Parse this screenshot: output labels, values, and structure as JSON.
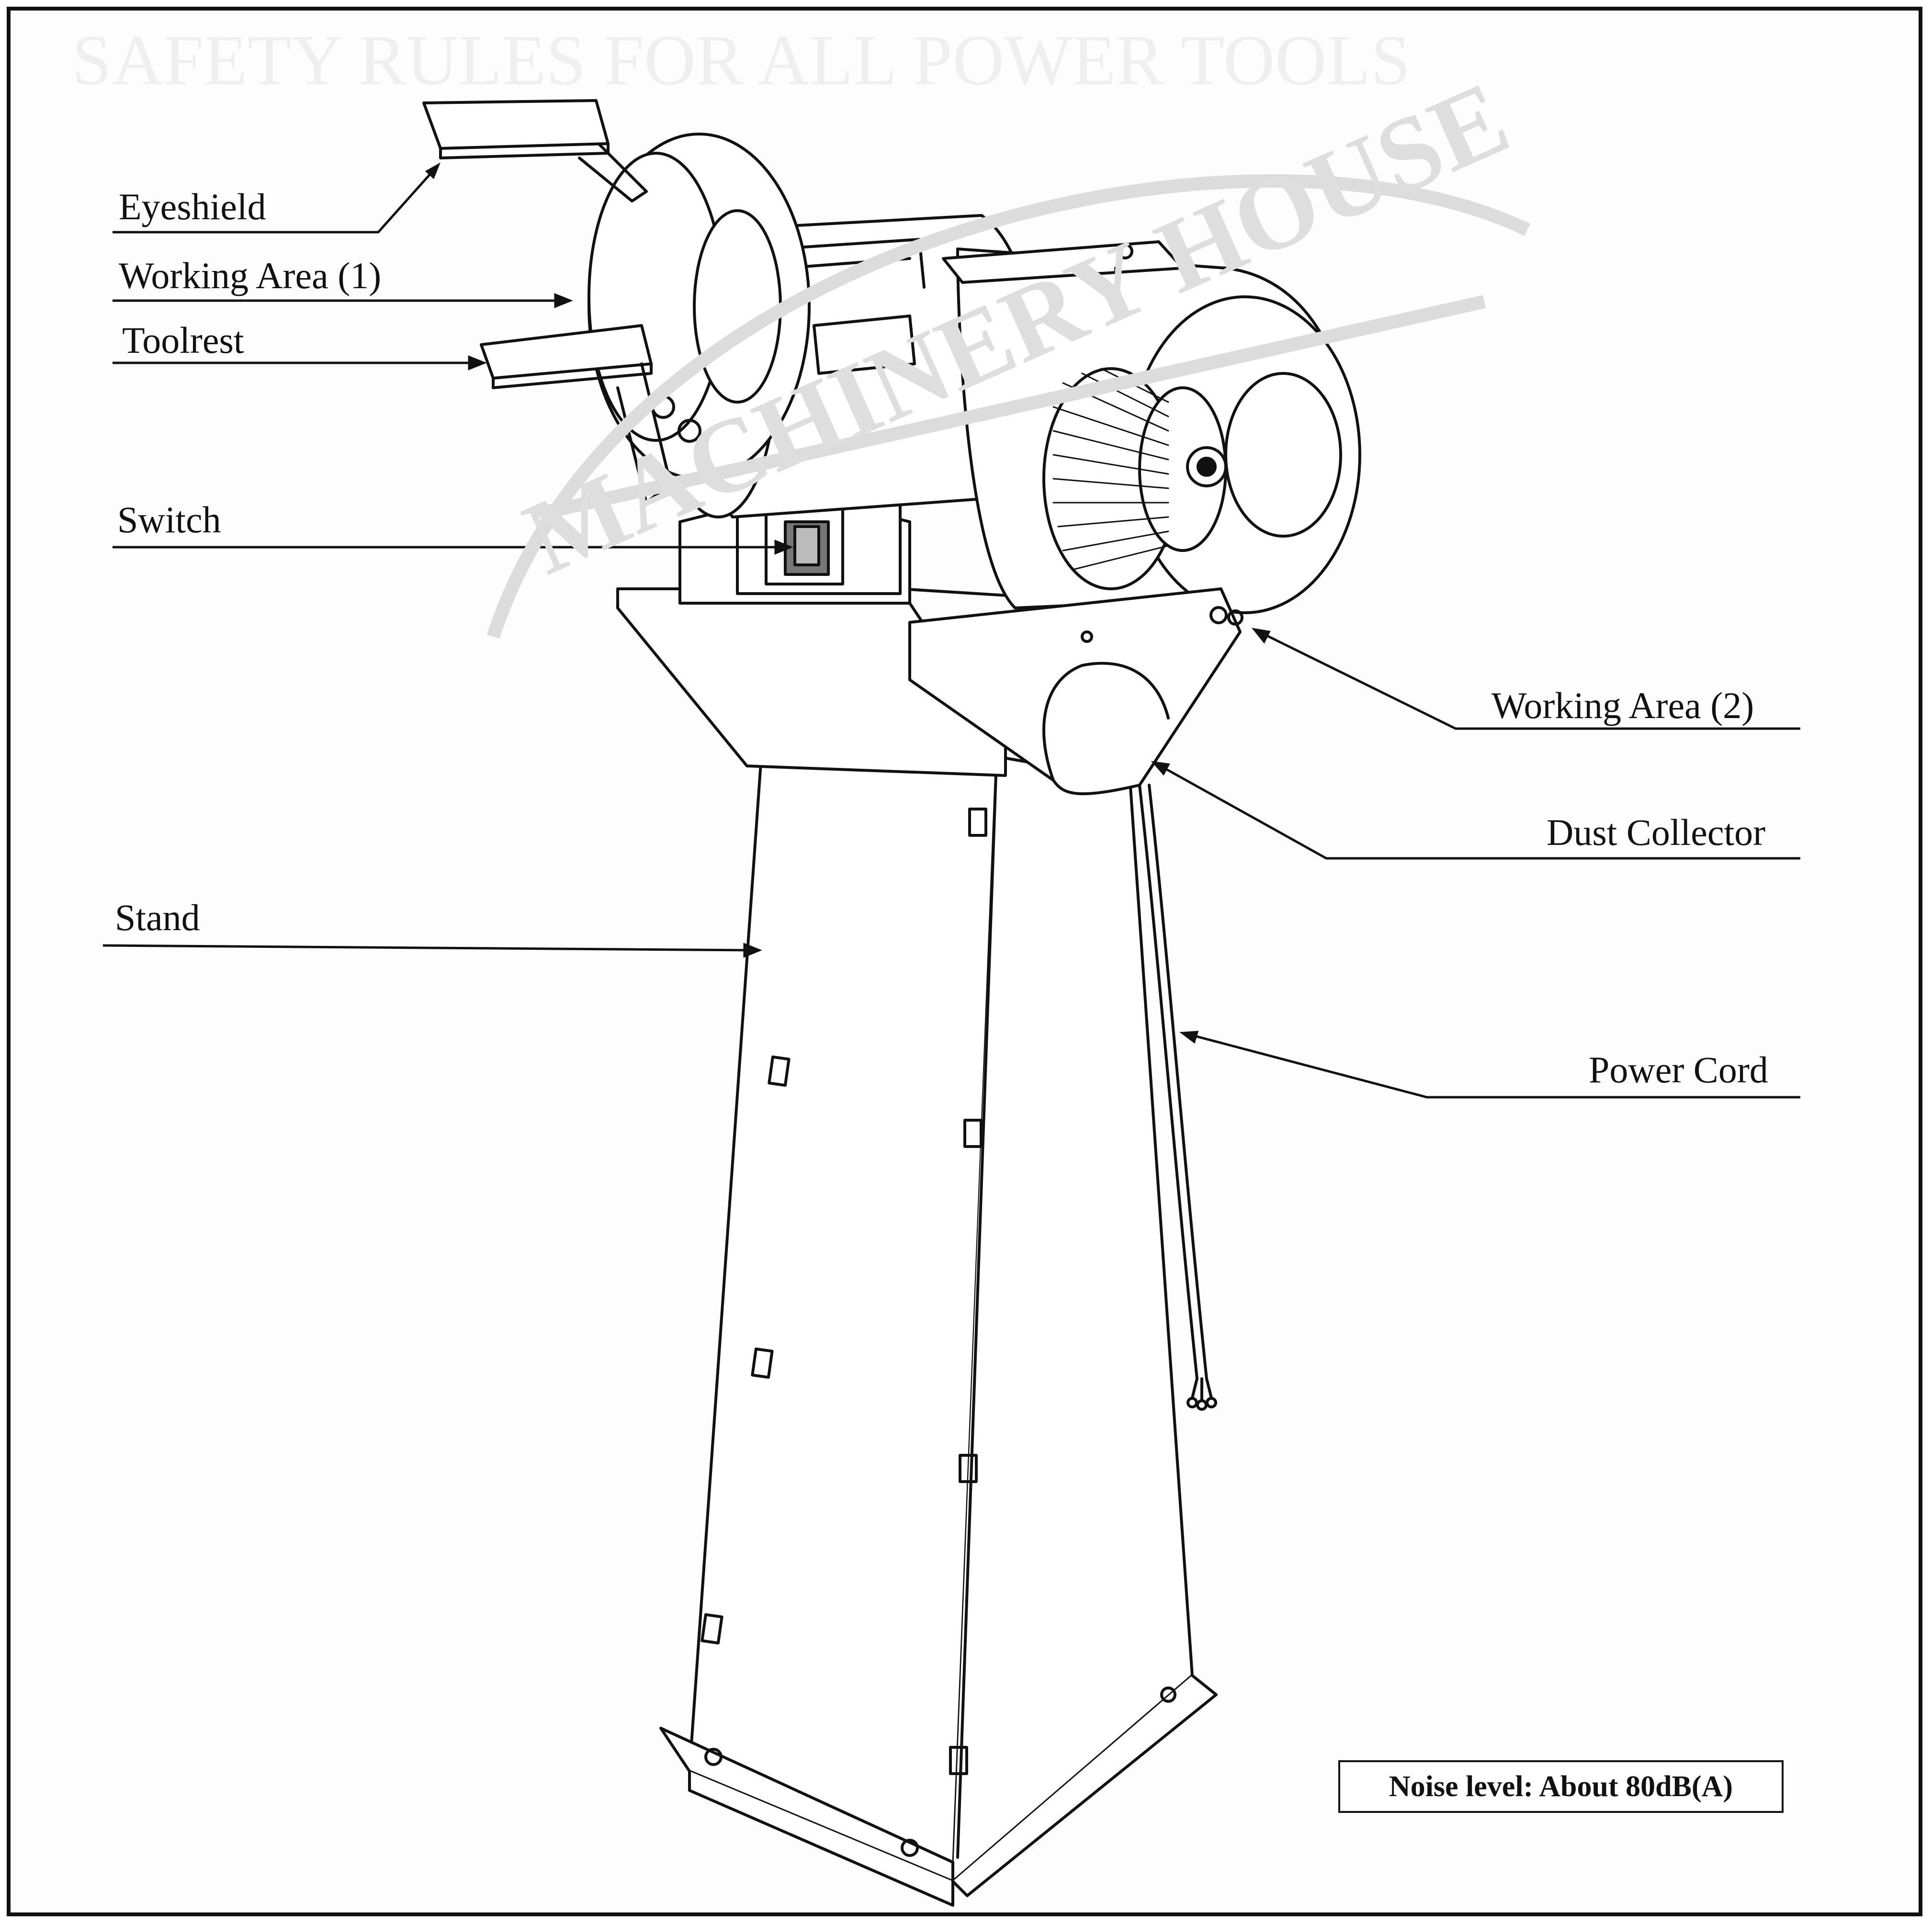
{
  "labels": {
    "eyeshield": "Eyeshield",
    "working_area_1": "Working Area (1)",
    "toolrest": "Toolrest",
    "switch": "Switch",
    "stand": "Stand",
    "working_area_2": "Working Area (2)",
    "dust_collector": "Dust Collector",
    "power_cord": "Power Cord"
  },
  "noise_level": "Noise level: About 80dB(A)",
  "watermark": "MACHINERY HOUSE"
}
